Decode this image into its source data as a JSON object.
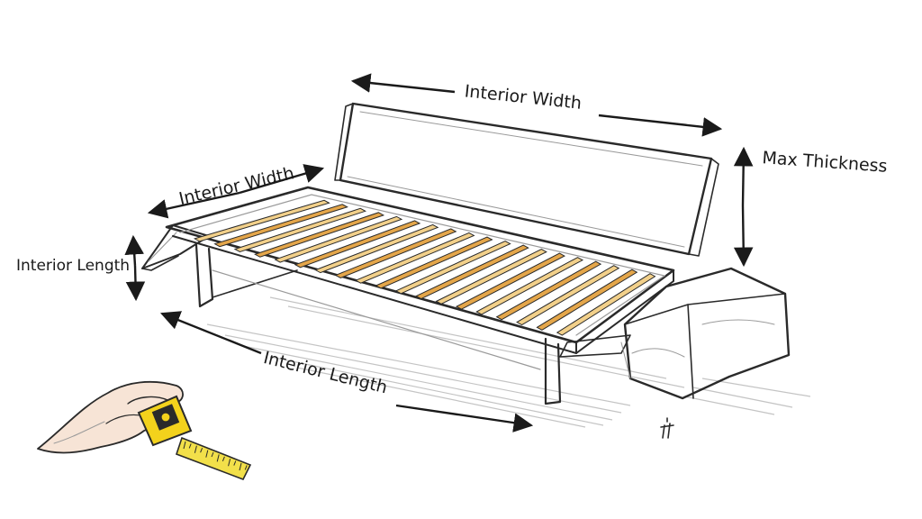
{
  "labels": {
    "top_width": "Interior Width",
    "side_width": "Interior Width",
    "max_thickness": "Max Thickness",
    "side_length": "Interior Length",
    "bottom_length": "Interior Length"
  },
  "colors": {
    "ink": "#2a2a2a",
    "slat_light": "#f2d08a",
    "slat_dark": "#e4a64a",
    "tape_body": "#f3d21c",
    "tape_blade": "#f2e04a",
    "skin": "#f7e4d6"
  },
  "icons": [
    "arrow-icon",
    "tape-measure-icon",
    "hand-icon"
  ]
}
